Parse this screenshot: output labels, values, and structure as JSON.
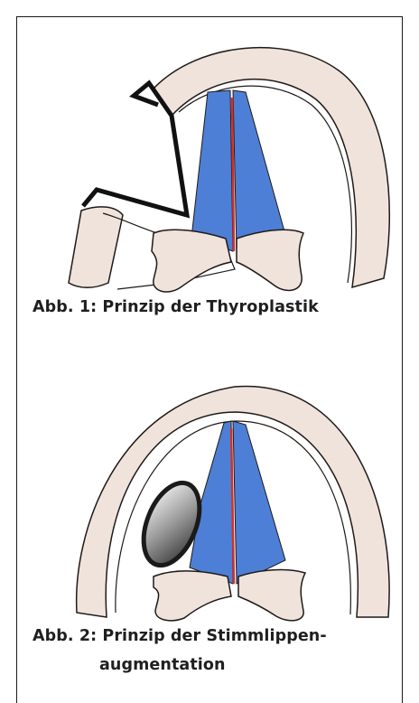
{
  "figures": [
    {
      "caption": "Abb. 1: Prinzip der Thyroplastik"
    },
    {
      "caption_line1": "Abb. 2: Prinzip der Stimmlippen-",
      "caption_line2": "augmentation"
    }
  ],
  "colors": {
    "cartilage_fill": "#efe3dc",
    "cartilage_stroke": "#1f1a18",
    "vocal_fold_blue": "#4e7fd6",
    "glottis_red": "#d2302a",
    "implant_dark": "#2a2a2a",
    "frame": "#1a1a1a"
  }
}
